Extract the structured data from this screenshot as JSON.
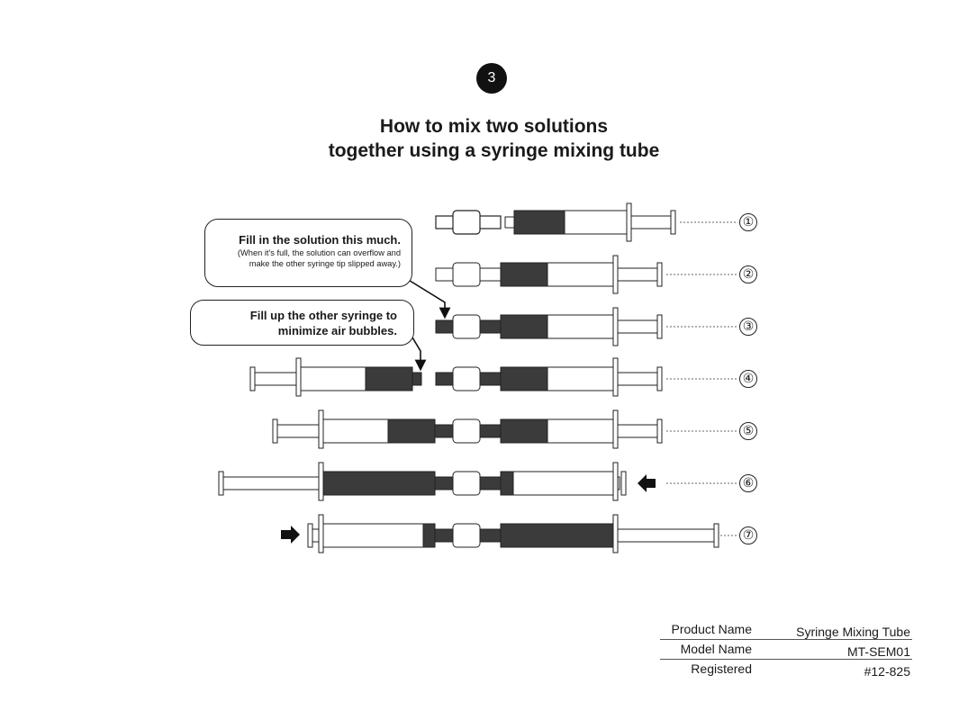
{
  "step_number": "3",
  "title": {
    "line1": "How to mix two solutions",
    "line2": "together using a syringe mixing tube"
  },
  "callouts": [
    {
      "heading": "Fill in the solution this much.",
      "note_lines": [
        "(When it's full, the solution can overflow and",
        "make the other syringe tip slipped away.)"
      ]
    },
    {
      "heading_lines": [
        "Fill up the other syringe to",
        "minimize air bubbles."
      ]
    }
  ],
  "steps": [
    {
      "label": "①",
      "shows_push_arrow": false
    },
    {
      "label": "②",
      "shows_push_arrow": false
    },
    {
      "label": "③",
      "shows_push_arrow": false
    },
    {
      "label": "④",
      "shows_push_arrow": false
    },
    {
      "label": "⑤",
      "shows_push_arrow": false
    },
    {
      "label": "⑥",
      "shows_push_arrow": true
    },
    {
      "label": "⑦",
      "shows_push_arrow": true
    }
  ],
  "product_info": [
    {
      "label": "Product Name",
      "value": "Syringe Mixing Tube"
    },
    {
      "label": "Model Name",
      "value": "MT-SEM01"
    },
    {
      "label": "Registered",
      "value": "#12-825"
    }
  ],
  "colors": {
    "ink": "#1a1a1a",
    "solution": "#3b3b3b",
    "background": "#ffffff"
  }
}
